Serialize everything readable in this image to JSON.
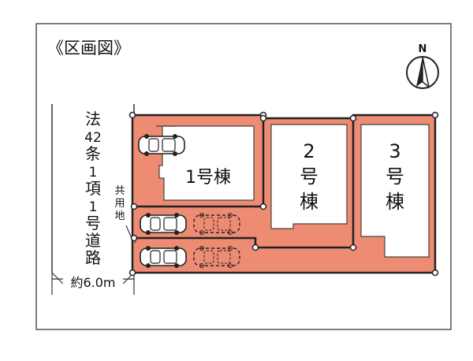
{
  "title": "《区画図》",
  "compass": {
    "label": "N",
    "icon": "north-arrow-icon"
  },
  "road": {
    "label_lines": [
      "法",
      "42",
      "条",
      "1",
      "項",
      "1",
      "号",
      "道",
      "路"
    ],
    "width_label": "約6.0m"
  },
  "shared_land": {
    "label_lines": [
      "共",
      "用",
      "地"
    ]
  },
  "buildings": [
    {
      "id": "1",
      "label": "1号棟"
    },
    {
      "id": "2",
      "label_lines": [
        "2",
        "号",
        "棟"
      ]
    },
    {
      "id": "3",
      "label_lines": [
        "3",
        "号",
        "棟"
      ]
    }
  ],
  "colors": {
    "lot_fill": "#ee8b73",
    "building_fill": "#ffffff",
    "boundary": "#222222",
    "frame": "#555555"
  }
}
